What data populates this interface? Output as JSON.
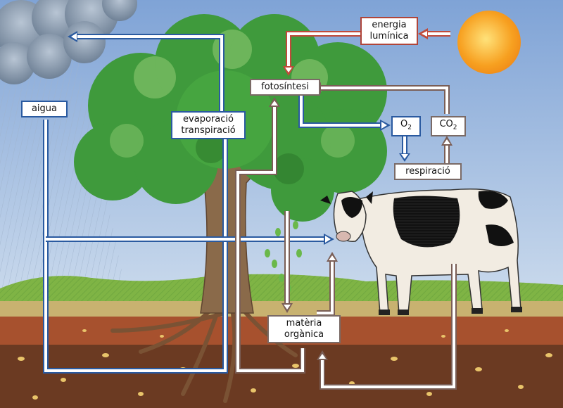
{
  "labels": {
    "light": [
      "energia",
      "lumínica"
    ],
    "photosynthesis": "fotosíntesi",
    "water": "aigua",
    "evaporation": [
      "evaporació",
      "transpiració"
    ],
    "o2": "O",
    "o2_sub": "2",
    "co2": "CO",
    "co2_sub": "2",
    "respiration": "respiració",
    "organic": [
      "matèria",
      "orgànica"
    ]
  },
  "colors": {
    "sky": "#8fb0dc",
    "sun": "#f7a020",
    "water_arrow": "#2a5aa0",
    "energy_arrow": "#c04a3a",
    "matter_arrow": "#7a5e56",
    "foliage": "#3f9a3c",
    "grass": "#7fb445",
    "soil": "#a7512e"
  }
}
